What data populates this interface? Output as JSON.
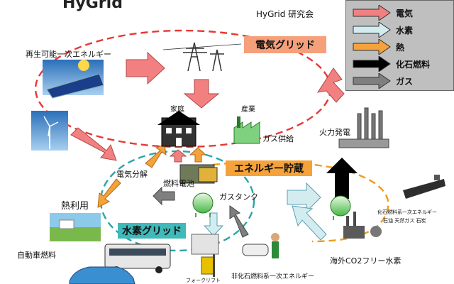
{
  "title": "HyGrid",
  "org": "HyGrid 研究会",
  "legend": [
    {
      "label": "電気",
      "color": "#f28080"
    },
    {
      "label": "水素",
      "color": "#d2ecf0"
    },
    {
      "label": "熱",
      "color": "#f5a23a"
    },
    {
      "label": "化石燃料",
      "color": "#000000"
    },
    {
      "label": "ガス",
      "color": "#7f7f7f"
    }
  ],
  "boxes": {
    "electric_grid": "電気グリッド",
    "energy_storage": "エネルギー貯蔵",
    "hydrogen_grid": "水素グリッド"
  },
  "labels": {
    "renewable": "再生可能一次エネルギー",
    "home": "家庭",
    "industry": "産業",
    "gas_supply": "ガス供給",
    "thermal_power": "火力発電",
    "electrolysis": "電気分解",
    "fuel_cell": "燃料電池",
    "gas_tank": "ガスタンク",
    "heat_use": "熱利用",
    "vehicle_fuel": "自動車燃料",
    "fossil_primary": "化石燃料系一次エネルギー",
    "fossil_items": "石油 天然ガス 石炭",
    "overseas_h2": "海外CO2フリー水素",
    "nonfossil_primary": "非化石燃料系一次エネルギー",
    "forklift": "フォークリフト"
  },
  "icons": [
    "solar-panel-icon",
    "power-tower-icon",
    "wind-turbine-icon",
    "house-icon",
    "factory-icon",
    "power-plant-icon",
    "fuel-cell-unit-icon",
    "gas-tank-icon",
    "heat-field-icon",
    "bus-icon",
    "car-icon",
    "forklift-icon",
    "tanker-ship-icon",
    "refinery-icon",
    "worker-icon"
  ],
  "colors": {
    "electric_loop": "#e53935",
    "hydrogen_loop": "#2aa5a8",
    "heat_loop": "#f39c12"
  }
}
